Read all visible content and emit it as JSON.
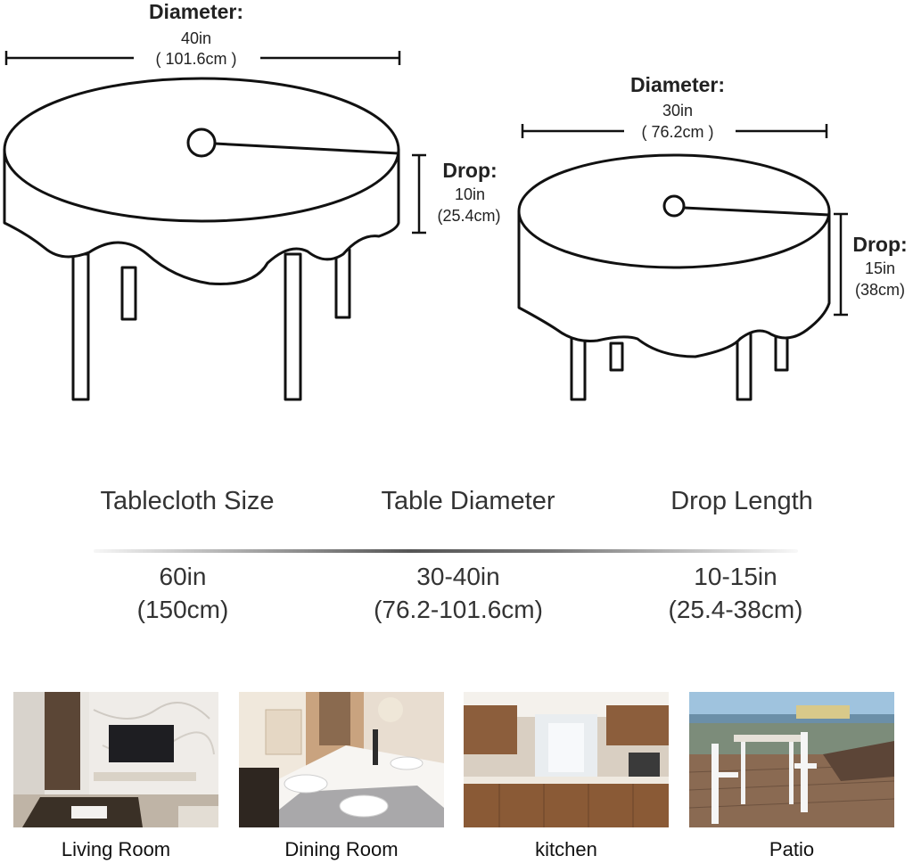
{
  "large_table": {
    "diameter_title": "Diameter:",
    "diameter_in": "40in",
    "diameter_cm": "( 101.6cm )",
    "drop_title": "Drop:",
    "drop_in": "10in",
    "drop_cm": "(25.4cm)"
  },
  "small_table": {
    "diameter_title": "Diameter:",
    "diameter_in": "30in",
    "diameter_cm": "( 76.2cm )",
    "drop_title": "Drop:",
    "drop_in": "15in",
    "drop_cm": "(38cm)"
  },
  "specs": {
    "headers": [
      "Tablecloth Size",
      "Table Diameter",
      "Drop Length"
    ],
    "values": [
      {
        "line1": "60in",
        "line2": "(150cm)"
      },
      {
        "line1": "30-40in",
        "line2": "(76.2-101.6cm)"
      },
      {
        "line1": "10-15in",
        "line2": "(25.4-38cm)"
      }
    ]
  },
  "rooms": [
    {
      "label": "Living Room"
    },
    {
      "label": "Dining Room"
    },
    {
      "label": "kitchen"
    },
    {
      "label": "Patio"
    }
  ],
  "colors": {
    "line": "#111111",
    "text": "#222222",
    "divider": "#555555"
  }
}
